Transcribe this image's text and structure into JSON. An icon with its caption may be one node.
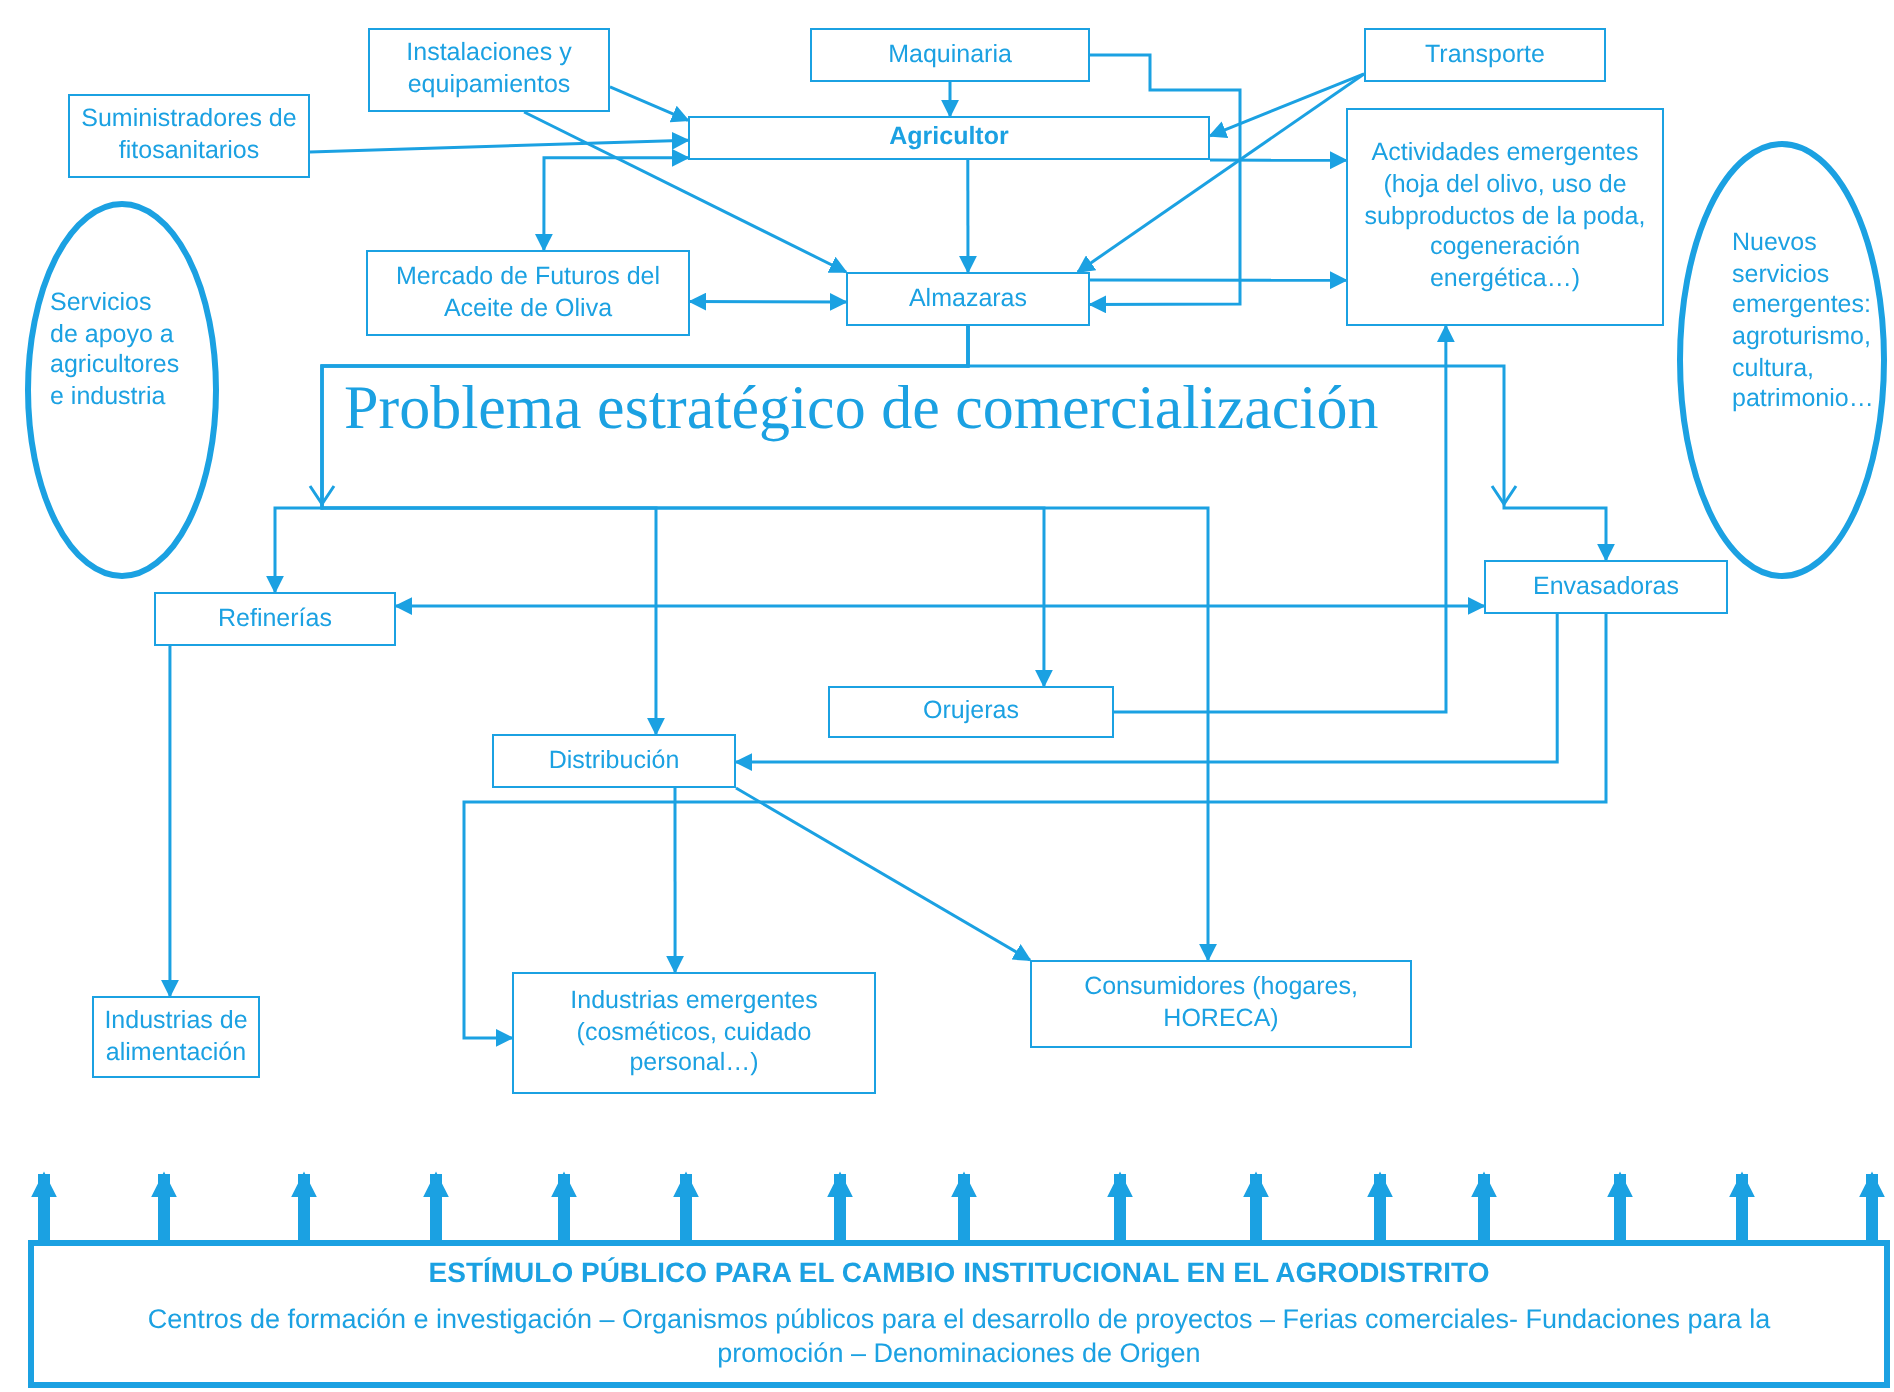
{
  "diagram": {
    "nodes": [
      {
        "text": [
          "Instalaciones y equipamientos"
        ]
      },
      {
        "text": [
          "Maquinaria"
        ]
      },
      {
        "text": [
          "Transporte"
        ]
      },
      {
        "text": [
          "Suministradores de fitosanitarios"
        ]
      },
      {
        "text": [
          "Agricultor"
        ]
      },
      {
        "text": [
          "Actividades emergentes (hoja del olivo, uso de subproductos de la poda, cogeneración energética…)"
        ]
      },
      {
        "text": [
          "Servicios de apoyo a agricultores e industria"
        ]
      },
      {
        "text": [
          "Nuevos servicios emergentes: agroturismo, cultura, patrimonio…"
        ]
      },
      {
        "text": [
          "Mercado de Futuros del  Aceite de Oliva"
        ]
      },
      {
        "text": [
          "Almazaras"
        ]
      },
      {
        "text": [
          "Refinerías"
        ]
      },
      {
        "text": [
          "Envasadoras"
        ]
      },
      {
        "text": [
          "Orujeras"
        ]
      },
      {
        "text": [
          "Distribución"
        ]
      },
      {
        "text": [
          "Industrias de alimentación"
        ]
      },
      {
        "text": [
          "Industrias emergentes (cosméticos, cuidado personal…)"
        ]
      },
      {
        "text": [
          "Consumidores (hogares, HORECA)"
        ]
      },
      {
        "text": [
          "ESTÍMULO PÚBLICO PARA EL CAMBIO INSTITUCIONAL EN EL AGRODISTRITO",
          "Centros de formación e investigación – Organismos públicos para el desarrollo de proyectos – Ferias comerciales- Fundaciones para la promoción – Denominaciones de Origen"
        ]
      }
    ],
    "edges": [
      {
        "from": 0,
        "to": 4,
        "arrow": "to"
      },
      {
        "from": 0,
        "to": 9,
        "arrow": "to"
      },
      {
        "from": 1,
        "to": 4,
        "arrow": "to"
      },
      {
        "from": 1,
        "to": 9,
        "arrow": "to"
      },
      {
        "from": 2,
        "to": 4,
        "arrow": "to"
      },
      {
        "from": 2,
        "to": 9,
        "arrow": "to"
      },
      {
        "from": 3,
        "to": 4,
        "arrow": "to"
      },
      {
        "from": 4,
        "to": 8,
        "arrow": "both"
      },
      {
        "from": 4,
        "to": 5,
        "arrow": "to"
      },
      {
        "from": 4,
        "to": 9,
        "arrow": "to"
      },
      {
        "from": 8,
        "to": 9,
        "arrow": "both"
      },
      {
        "from": 9,
        "to": 5,
        "arrow": "to"
      },
      {
        "from": 12,
        "to": 5,
        "arrow": "to"
      },
      {
        "from": 9,
        "to": 10,
        "arrow": "to"
      },
      {
        "from": 9,
        "to": 13,
        "arrow": "to"
      },
      {
        "from": 9,
        "to": 12,
        "arrow": "to"
      },
      {
        "from": 9,
        "to": 16,
        "arrow": "to"
      },
      {
        "from": 9,
        "to": 11,
        "arrow": "to"
      },
      {
        "from": 10,
        "to": 11,
        "arrow": "both"
      },
      {
        "from": 10,
        "to": 14,
        "arrow": "to"
      },
      {
        "from": 11,
        "to": 13,
        "arrow": "to"
      },
      {
        "from": 11,
        "to": 15,
        "arrow": "to"
      },
      {
        "from": 13,
        "to": 15,
        "arrow": "to"
      },
      {
        "from": 13,
        "to": 16,
        "arrow": "to"
      },
      {
        "from": 17,
        "to": null,
        "arrow": "to",
        "style": "thick"
      },
      {
        "from": 17,
        "to": null,
        "arrow": "to",
        "style": "thick"
      },
      {
        "from": 17,
        "to": null,
        "arrow": "to",
        "style": "thick"
      },
      {
        "from": 17,
        "to": null,
        "arrow": "to",
        "style": "thick"
      },
      {
        "from": 17,
        "to": null,
        "arrow": "to",
        "style": "thick"
      },
      {
        "from": 17,
        "to": null,
        "arrow": "to",
        "style": "thick"
      },
      {
        "from": 17,
        "to": null,
        "arrow": "to",
        "style": "thick"
      },
      {
        "from": 17,
        "to": null,
        "arrow": "to",
        "style": "thick"
      },
      {
        "from": 17,
        "to": null,
        "arrow": "to",
        "style": "thick"
      },
      {
        "from": 17,
        "to": null,
        "arrow": "to",
        "style": "thick"
      },
      {
        "from": 17,
        "to": null,
        "arrow": "to",
        "style": "thick"
      },
      {
        "from": 17,
        "to": null,
        "arrow": "to",
        "style": "thick"
      },
      {
        "from": 17,
        "to": null,
        "arrow": "to",
        "style": "thick"
      },
      {
        "from": 17,
        "to": null,
        "arrow": "to",
        "style": "thick"
      },
      {
        "from": 17,
        "to": null,
        "arrow": "to",
        "style": "thick"
      }
    ],
    "labels": [
      "Problema estratégico de comercialización"
    ]
  }
}
